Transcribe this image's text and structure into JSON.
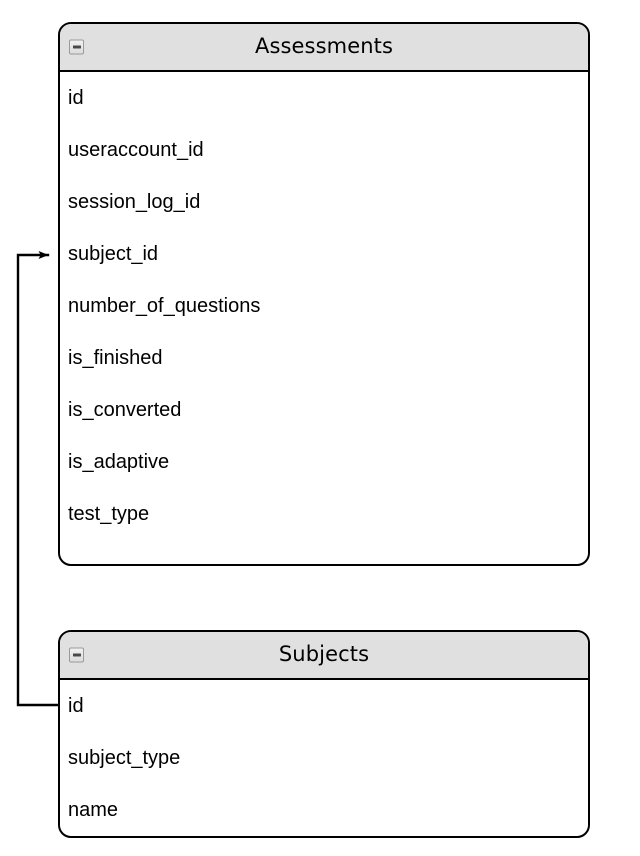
{
  "diagram": {
    "type": "entity-relationship-diagram",
    "background_color": "#ffffff",
    "border_color": "#000000",
    "header_fill": "#e0e0e0"
  },
  "entities": [
    {
      "id": "assessments",
      "title": "Assessments",
      "collapse_icon": "minus-icon",
      "fields": [
        {
          "name": "id"
        },
        {
          "name": "useraccount_id"
        },
        {
          "name": "session_log_id"
        },
        {
          "name": "subject_id"
        },
        {
          "name": "number_of_questions"
        },
        {
          "name": "is_finished"
        },
        {
          "name": "is_converted"
        },
        {
          "name": "is_adaptive"
        },
        {
          "name": "test_type"
        }
      ]
    },
    {
      "id": "subjects",
      "title": "Subjects",
      "collapse_icon": "minus-icon",
      "fields": [
        {
          "name": "id"
        },
        {
          "name": "subject_type"
        },
        {
          "name": "name"
        }
      ]
    }
  ],
  "relationships": [
    {
      "id": "subjects-id-to-assessments-subject-id",
      "from_entity": "subjects",
      "from_field": "id",
      "to_entity": "assessments",
      "to_field": "subject_id",
      "arrow": "arrowhead-right",
      "color": "#000000"
    }
  ]
}
